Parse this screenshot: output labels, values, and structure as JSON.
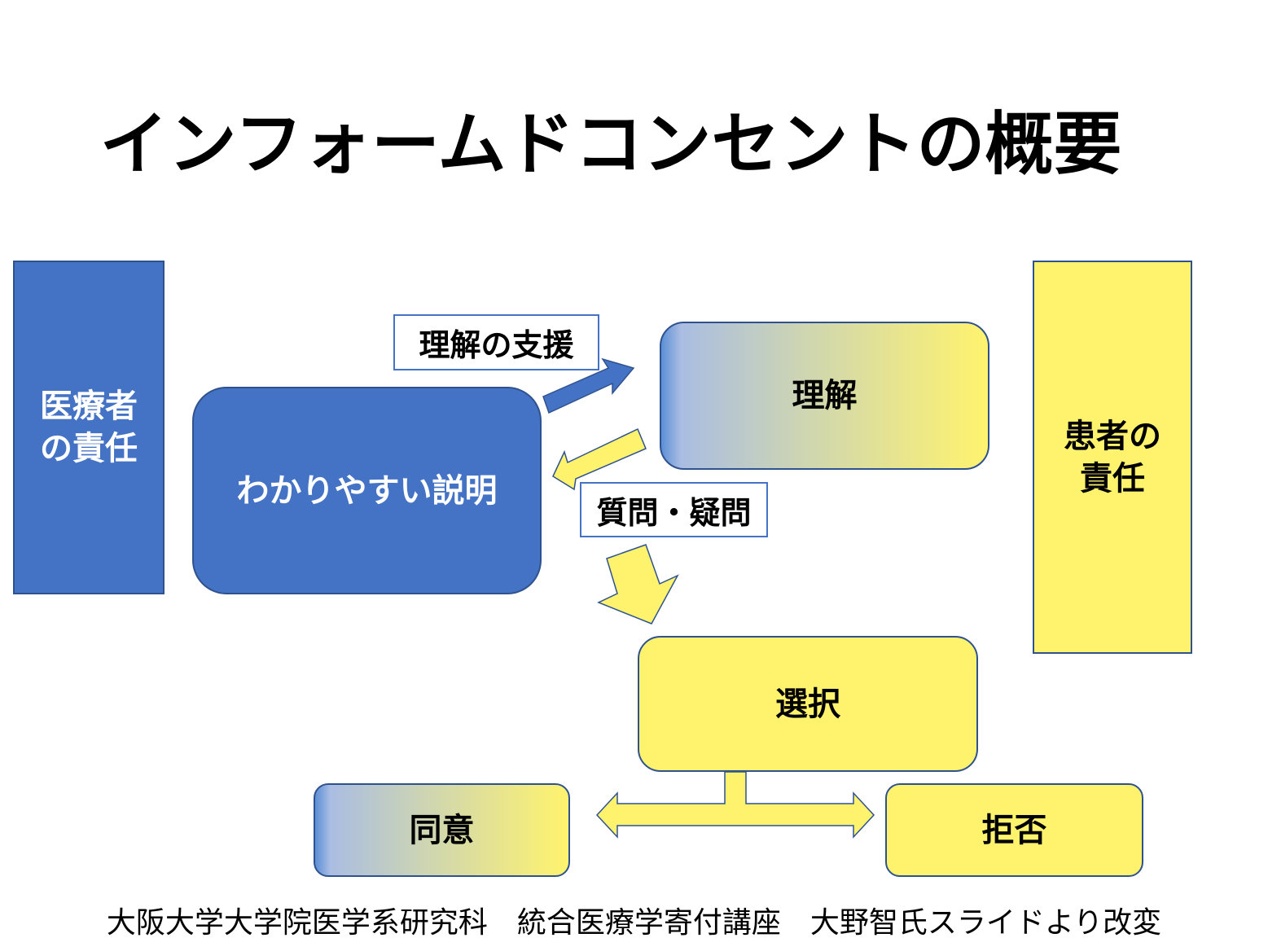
{
  "title": "インフォームドコンセントの概要",
  "left_bar": {
    "line1": "医療者",
    "line2": "の責任"
  },
  "right_bar": {
    "line1": "患者の",
    "line2": "責任"
  },
  "nodes": {
    "explanation": "わかりやすい説明",
    "understanding": "理解",
    "choice": "選択",
    "consent": "同意",
    "refusal": "拒否"
  },
  "labels": {
    "support": "理解の支援",
    "questions": "質問・疑問"
  },
  "footer": "大阪大学大学院医学系研究科　統合医療学寄付講座　大野智氏スライドより改変",
  "colors": {
    "blue": "#4472c4",
    "yellow": "#fff36e",
    "border": "#2f528f"
  }
}
